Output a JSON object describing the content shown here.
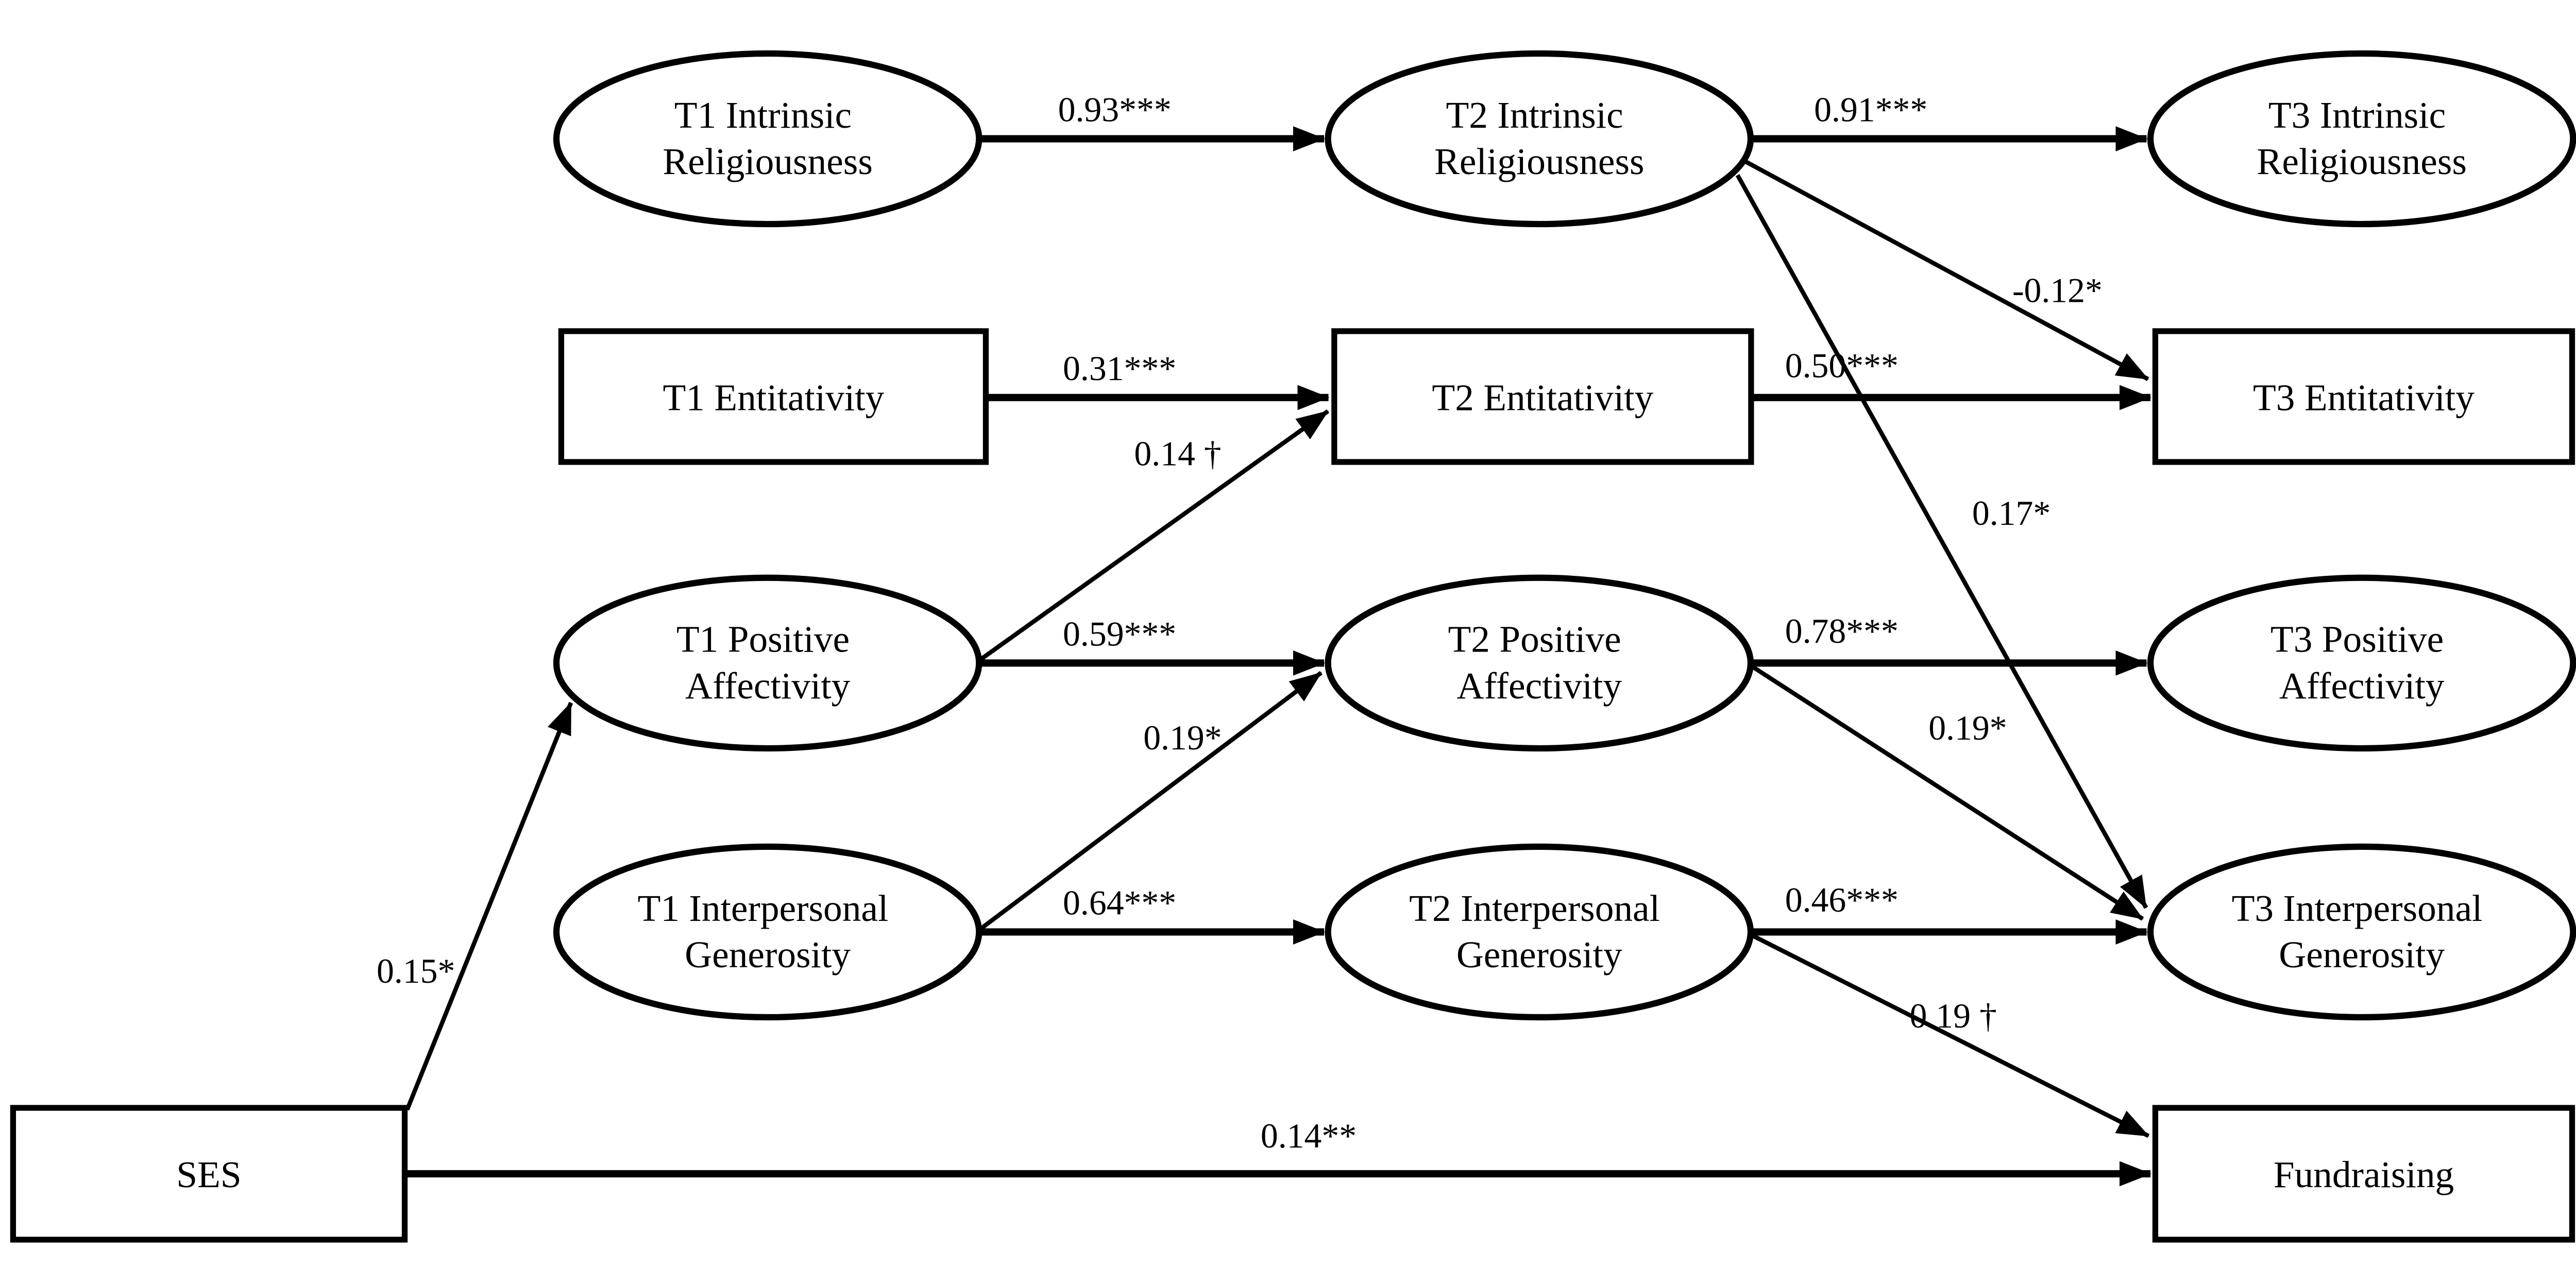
{
  "figure": {
    "type": "path-diagram",
    "background_color": "#ffffff",
    "ink_color": "#000000",
    "nodes": {
      "t1ir": {
        "shape": "ellipse",
        "line1": "T1 Intrinsic",
        "line2": "Religiousness"
      },
      "t2ir": {
        "shape": "ellipse",
        "line1": "T2 Intrinsic",
        "line2": "Religiousness"
      },
      "t3ir": {
        "shape": "ellipse",
        "line1": "T3 Intrinsic",
        "line2": "Religiousness"
      },
      "t1e": {
        "shape": "rect",
        "line1": "T1 Entitativity"
      },
      "t2e": {
        "shape": "rect",
        "line1": "T2 Entitativity"
      },
      "t3e": {
        "shape": "rect",
        "line1": "T3 Entitativity"
      },
      "t1pa": {
        "shape": "ellipse",
        "line1": "T1 Positive",
        "line2": "Affectivity"
      },
      "t2pa": {
        "shape": "ellipse",
        "line1": "T2 Positive",
        "line2": "Affectivity"
      },
      "t3pa": {
        "shape": "ellipse",
        "line1": "T3 Positive",
        "line2": "Affectivity"
      },
      "t1ig": {
        "shape": "ellipse",
        "line1": "T1 Interpersonal",
        "line2": "Generosity"
      },
      "t2ig": {
        "shape": "ellipse",
        "line1": "T2 Interpersonal",
        "line2": "Generosity"
      },
      "t3ig": {
        "shape": "ellipse",
        "line1": "T3 Interpersonal",
        "line2": "Generosity"
      },
      "ses": {
        "shape": "rect",
        "line1": "SES"
      },
      "fund": {
        "shape": "rect",
        "line1": "Fundraising"
      }
    },
    "edges": {
      "t1ir_t2ir": {
        "from": "t1ir",
        "to": "t2ir",
        "label": "0.93***"
      },
      "t2ir_t3ir": {
        "from": "t2ir",
        "to": "t3ir",
        "label": "0.91***"
      },
      "t1e_t2e": {
        "from": "t1e",
        "to": "t2e",
        "label": "0.31***"
      },
      "t2e_t3e": {
        "from": "t2e",
        "to": "t3e",
        "label": "0.50***"
      },
      "t1pa_t2pa": {
        "from": "t1pa",
        "to": "t2pa",
        "label": "0.59***"
      },
      "t2pa_t3pa": {
        "from": "t2pa",
        "to": "t3pa",
        "label": "0.78***"
      },
      "t1ig_t2ig": {
        "from": "t1ig",
        "to": "t2ig",
        "label": "0.64***"
      },
      "t2ig_t3ig": {
        "from": "t2ig",
        "to": "t3ig",
        "label": "0.46***"
      },
      "ses_fund": {
        "from": "ses",
        "to": "fund",
        "label": "0.14**"
      },
      "ses_t1pa": {
        "from": "ses",
        "to": "t1pa",
        "label": "0.15*"
      },
      "t1pa_t2e": {
        "from": "t1pa",
        "to": "t2e",
        "label": "0.14 †"
      },
      "t1ig_t2pa": {
        "from": "t1ig",
        "to": "t2pa",
        "label": "0.19*"
      },
      "t2ir_t3e": {
        "from": "t2ir",
        "to": "t3e",
        "label": "-0.12*"
      },
      "t2ir_t3ig": {
        "from": "t2ir",
        "to": "t3ig",
        "label": "0.17*"
      },
      "t2pa_t3ig": {
        "from": "t2pa",
        "to": "t3ig",
        "label": "0.19*"
      },
      "t2ig_fund": {
        "from": "t2ig",
        "to": "fund",
        "label": "0.19 †"
      }
    }
  }
}
